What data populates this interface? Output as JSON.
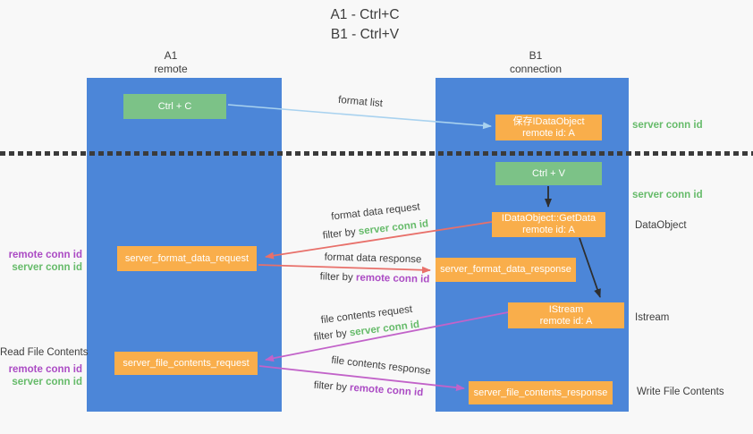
{
  "title": {
    "line1": "A1 - Ctrl+C",
    "line2": "B1 - Ctrl+V"
  },
  "lifelines": {
    "left": {
      "name": "A1",
      "role": "remote"
    },
    "right": {
      "name": "B1",
      "role": "connection"
    }
  },
  "nodes": {
    "ctrl_c": {
      "label": "Ctrl + C"
    },
    "ctrl_v": {
      "label": "Ctrl + V"
    },
    "save_dataobject": {
      "line1": "保存IDataObject",
      "line2": "remote id: A"
    },
    "getdata": {
      "line1": "IDataObject::GetData",
      "line2": "remote id: A"
    },
    "istream": {
      "line1": "IStream",
      "line2": "remote id: A"
    },
    "server_format_data_request": {
      "label": "server_format_data_request"
    },
    "server_format_data_response": {
      "label": "server_format_data_response"
    },
    "server_file_contents_request": {
      "label": "server_file_contents_request"
    },
    "server_file_contents_response": {
      "label": "server_file_contents_response"
    }
  },
  "arrow_labels": {
    "format_list": "format list",
    "format_data_request": "format data request",
    "format_data_response": "format data response",
    "file_contents_request": "file contents request",
    "file_contents_response": "file contents response",
    "filter_by": "filter by",
    "server_conn_id": "server conn id",
    "remote_conn_id": "remote conn id"
  },
  "side_labels": {
    "server_conn_id_right_top": "server conn id",
    "server_conn_id_right_mid": "server conn id",
    "dataobject": "DataObject",
    "istream": "Istream",
    "write_file_contents": "Write File Contents",
    "read_file_contents": "Read File Contents",
    "remote_conn_id": "remote conn id",
    "server_conn_id": "server conn id"
  },
  "colors": {
    "lifeline_blue": "#4c86d8",
    "node_green": "#7cc287",
    "node_orange": "#f9ae4b",
    "arrow_light_blue": "#a9d2ef",
    "arrow_black": "#2e2e2e",
    "arrow_red": "#e8706a",
    "arrow_magenta": "#c263c9",
    "label_green": "#66bb6a",
    "label_purple": "#ab4bc4",
    "text_dark": "#3d3d3d",
    "background": "#f8f8f8"
  }
}
